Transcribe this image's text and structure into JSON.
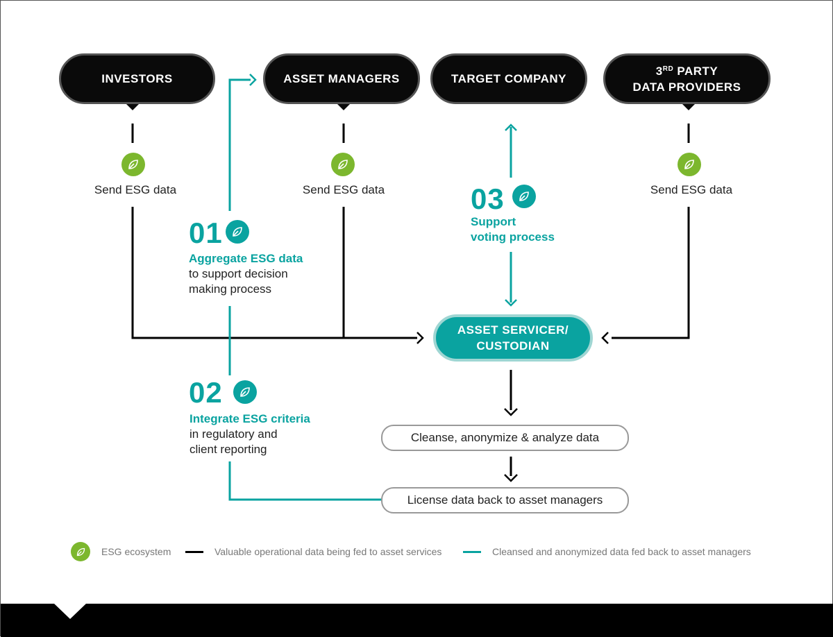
{
  "entities": {
    "investors": "INVESTORS",
    "asset_managers": "ASSET MANAGERS",
    "target_company": "TARGET COMPANY",
    "third_party_prefix": "3",
    "third_party_sup": "RD",
    "third_party_line1_rest": " PARTY",
    "third_party_line2": "DATA PROVIDERS"
  },
  "send_label": "Send ESG data",
  "steps": [
    {
      "number": "01",
      "highlight": "Aggregate ESG data",
      "rest": "to support decision\nmaking process"
    },
    {
      "number": "02",
      "highlight": "Integrate ESG criteria",
      "rest": "in regulatory and\nclient reporting"
    },
    {
      "number": "03",
      "highlight": "Support\nvoting process"
    }
  ],
  "custodian": "ASSET SERVICER/\nCUSTODIAN",
  "process_boxes": [
    "Cleanse, anonymize & analyze data",
    "License data back to asset managers"
  ],
  "legend": [
    {
      "kind": "icon",
      "label": "ESG ecosystem"
    },
    {
      "kind": "line",
      "color": "#000000",
      "label": "Valuable operational data being fed to asset services"
    },
    {
      "kind": "line",
      "color": "#0aa3a0",
      "label": "Cleansed and anonymized data fed back to asset managers"
    }
  ],
  "colors": {
    "teal": "#0aa3a0",
    "green": "#7cb72e",
    "black": "#000000"
  }
}
